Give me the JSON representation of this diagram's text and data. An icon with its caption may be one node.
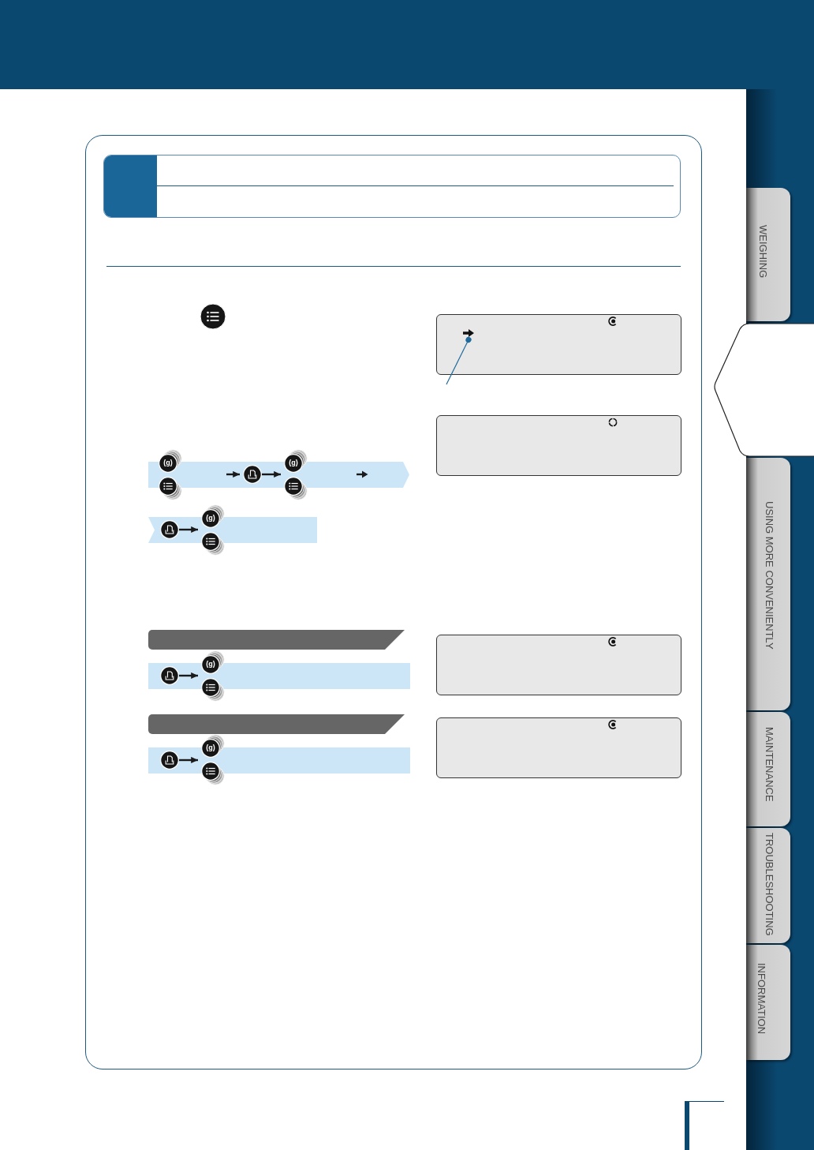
{
  "diagram": {
    "nodes": [
      {
        "text": [],
        "shape": "arrow"
      },
      {
        "text": [
          "(g)"
        ]
      },
      {
        "text": [],
        "shape": "circle"
      },
      {
        "text": [],
        "shape": "circle"
      },
      {
        "text": [
          "(g)"
        ]
      },
      {
        "text": [],
        "shape": "circle"
      },
      {
        "text": [],
        "shape": "circle"
      },
      {
        "text": [
          "(g)"
        ]
      },
      {
        "text": [],
        "shape": "circle"
      },
      {
        "text": [],
        "shape": "band"
      },
      {
        "text": [],
        "shape": "circle"
      },
      {
        "text": [
          "(g)"
        ]
      },
      {
        "text": [],
        "shape": "circle"
      },
      {
        "text": [],
        "shape": "band"
      },
      {
        "text": [],
        "shape": "circle"
      },
      {
        "text": [
          "(g)"
        ]
      },
      {
        "text": [],
        "shape": "circle"
      },
      {
        "text": [
          "WEIGHING"
        ]
      },
      {
        "text": [],
        "shape": "tab"
      },
      {
        "text": [
          "USING MORE CONVENIENTLY"
        ]
      },
      {
        "text": [
          "MAINTENANCE"
        ]
      },
      {
        "text": [
          "TROUBLESHOOTING"
        ]
      },
      {
        "text": [
          "INFORMATION"
        ]
      }
    ],
    "edges": [
      {
        "from": null,
        "to": 0,
        "arrow": "other",
        "color": "#1f6a9c"
      },
      {
        "from": null,
        "to": 3,
        "arrow": "to"
      },
      {
        "from": 3,
        "to": 4,
        "arrow": "to"
      },
      {
        "from": 3,
        "to": 5,
        "arrow": "to"
      },
      {
        "from": 6,
        "to": 7,
        "arrow": "to"
      },
      {
        "from": 6,
        "to": 8,
        "arrow": "to"
      },
      {
        "from": 10,
        "to": 11,
        "arrow": "to"
      },
      {
        "from": 10,
        "to": 12,
        "arrow": "to"
      },
      {
        "from": 14,
        "to": 15,
        "arrow": "to"
      },
      {
        "from": 14,
        "to": 16,
        "arrow": "to"
      }
    ]
  }
}
